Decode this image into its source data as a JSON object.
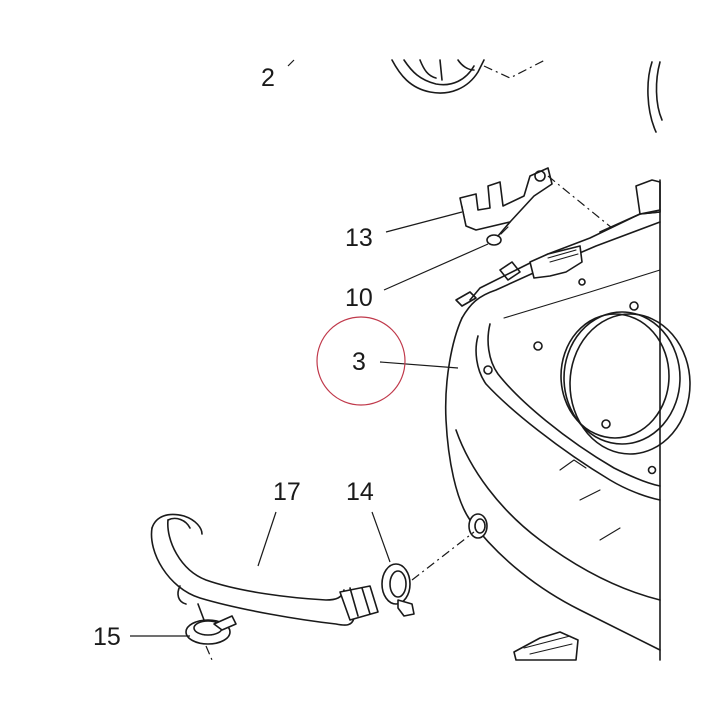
{
  "callouts": {
    "part_2": "2",
    "part_13": "13",
    "part_10": "10",
    "part_3": "3",
    "part_17": "17",
    "part_14": "14",
    "part_15": "15"
  },
  "colors": {
    "line": "#1a1a1a",
    "highlight_circle": "#c0394b",
    "background": "#ffffff"
  }
}
